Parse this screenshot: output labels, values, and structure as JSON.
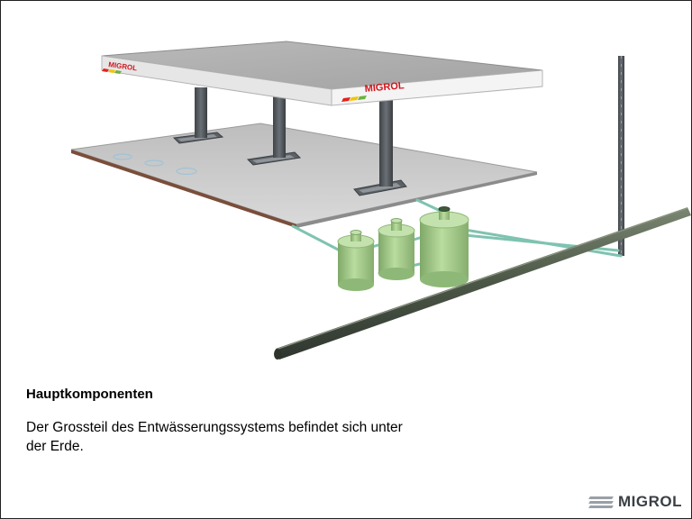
{
  "slide": {
    "heading": "Hauptkomponenten",
    "body": "Der Grossteil des Entwässerungssystems befindet sich unter der Erde."
  },
  "canopy": {
    "brand_left": "MIGROL",
    "brand_right": "MIGROL"
  },
  "footer": {
    "logo": "MIGROL"
  },
  "colors": {
    "tank": "#a9cf8f",
    "pipe": "#5f6b58",
    "drain_line": "#7fc3b0",
    "brand_red": "#d2141c",
    "stripe_red": "#e2231a",
    "stripe_yellow": "#f2c500",
    "stripe_green": "#6ab23f"
  }
}
